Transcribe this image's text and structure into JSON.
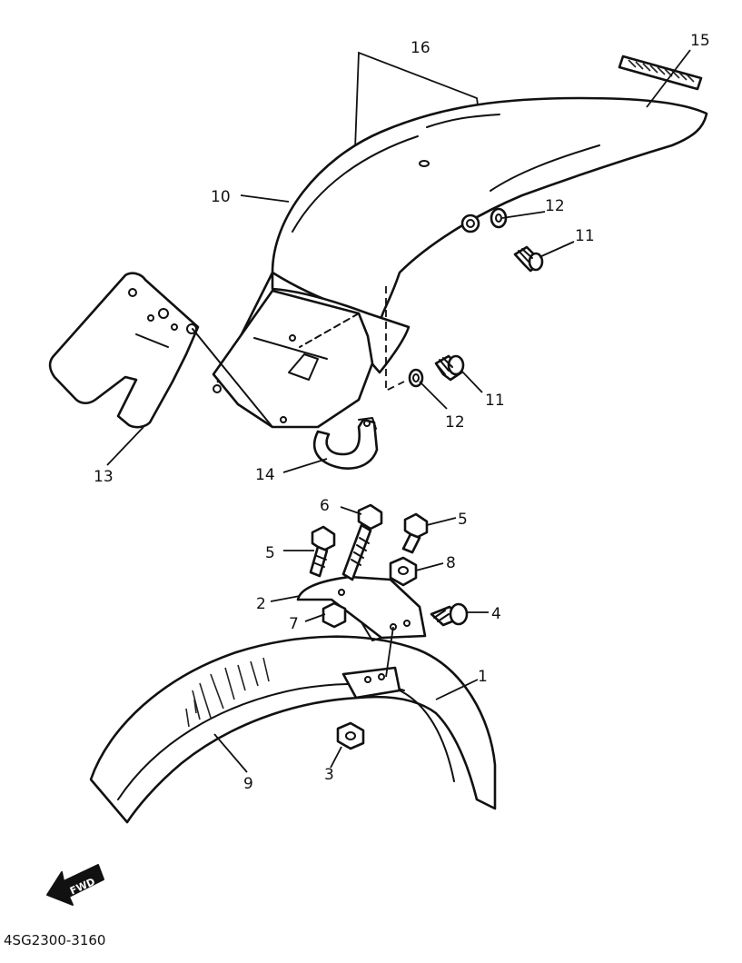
{
  "callouts": {
    "c1": "1",
    "c2": "2",
    "c3": "3",
    "c4": "4",
    "c5a": "5",
    "c5b": "5",
    "c6": "6",
    "c7": "7",
    "c8": "8",
    "c9": "9",
    "c10": "10",
    "c11a": "11",
    "c11b": "11",
    "c12a": "12",
    "c12b": "12",
    "c13": "13",
    "c14": "14",
    "c15": "15",
    "c16": "16"
  },
  "fwd_label": "FWD",
  "diagram_code": "4SG2300-3160"
}
